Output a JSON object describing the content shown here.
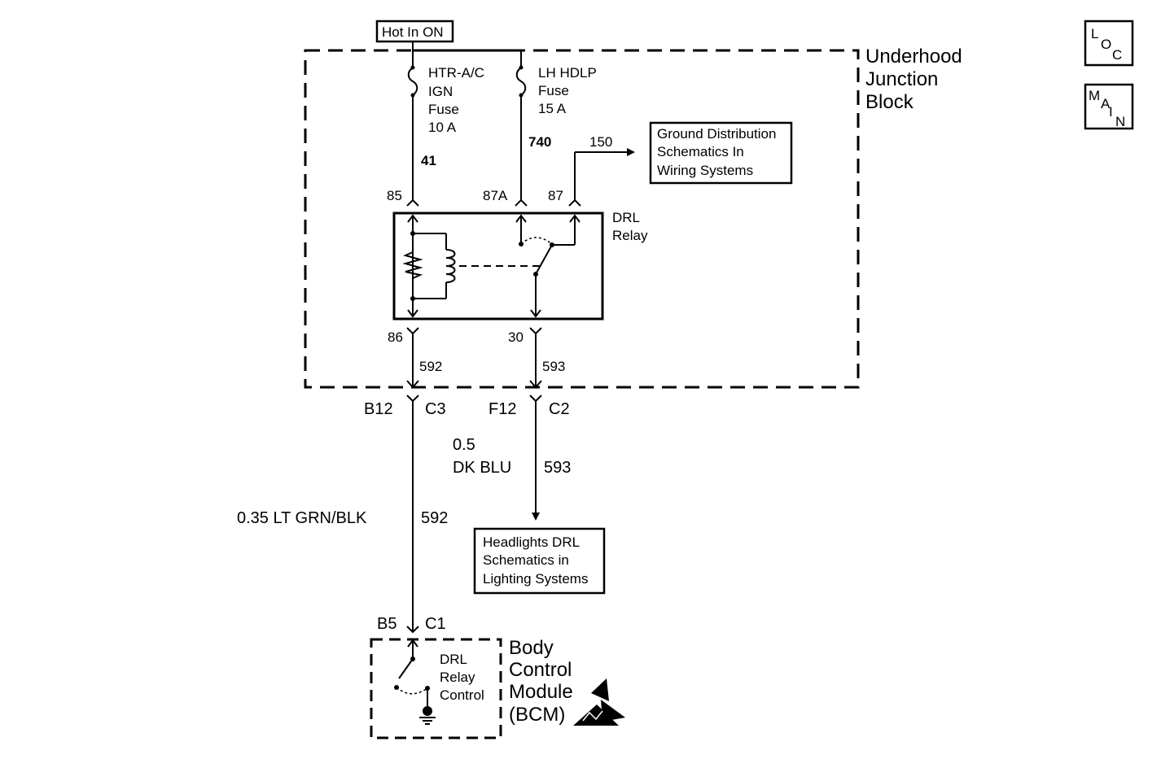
{
  "power": {
    "hot_label": "Hot In ON"
  },
  "nav": {
    "loc_l": "L",
    "loc_o": "O",
    "loc_c": "C",
    "main_m": "M",
    "main_a": "A",
    "main_i": "I",
    "main_n": "N"
  },
  "junction_block": {
    "line1": "Underhood",
    "line2": "Junction",
    "line3": "Block"
  },
  "fuse1": {
    "line1": "HTR-A/C",
    "line2": "IGN",
    "line3": "Fuse",
    "line4": "10 A"
  },
  "fuse2": {
    "line1": "LH HDLP",
    "line2": "Fuse",
    "line3": "15 A"
  },
  "relay": {
    "line1": "DRL",
    "line2": "Relay"
  },
  "terminals": {
    "t85": "85",
    "t87a": "87A",
    "t87": "87",
    "t86": "86",
    "t30": "30"
  },
  "circuits": {
    "c41": "41",
    "c740": "740",
    "c150": "150",
    "c592": "592",
    "c593": "593"
  },
  "ground_ref": {
    "line1": "Ground Distribution",
    "line2": "Schematics In",
    "line3": "Wiring Systems"
  },
  "connectors": {
    "b12": "B12",
    "c3": "C3",
    "f12": "F12",
    "c2": "C2",
    "b5": "B5",
    "c1": "C1"
  },
  "wire_593": {
    "gauge": "0.5",
    "color": "DK BLU",
    "circuit": "593"
  },
  "wire_592": {
    "label": "0.35 LT GRN/BLK",
    "circuit": "592"
  },
  "headlights_ref": {
    "line1": "Headlights DRL",
    "line2": "Schematics in",
    "line3": "Lighting Systems"
  },
  "bcm_switch": {
    "line1": "DRL",
    "line2": "Relay",
    "line3": "Control"
  },
  "bcm": {
    "line1": "Body",
    "line2": "Control",
    "line3": "Module",
    "line4": "(BCM)"
  }
}
